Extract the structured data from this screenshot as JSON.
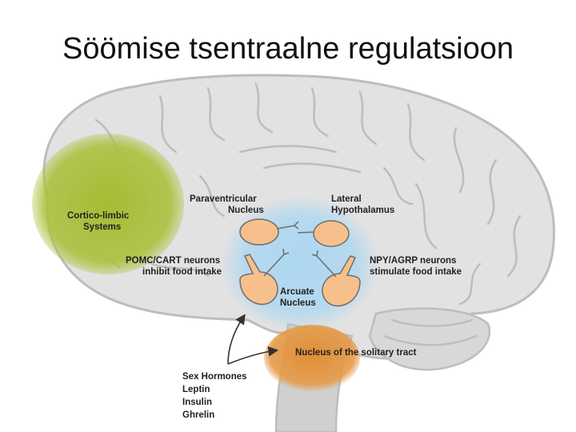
{
  "title": "Söömise tsentraalne regulatsioon",
  "labels": {
    "cortico_limbic": [
      "Cortico-limbic",
      "Systems"
    ],
    "paraventricular": [
      "Paraventricular",
      "Nucleus"
    ],
    "lateral_hypothalamus": [
      "Lateral",
      "Hypothalamus"
    ],
    "pomc_cart": [
      "POMC/CART neurons",
      "inhibit food intake"
    ],
    "npy_agrp": [
      "NPY/AGRP neurons",
      "stimulate food intake"
    ],
    "arcuate": [
      "Arcuate",
      "Nucleus"
    ],
    "solitary_tract": "Nucleus of the solitary tract",
    "signals": [
      "Sex Hormones",
      "Leptin",
      "Insulin",
      "Ghrelin"
    ]
  },
  "colors": {
    "brain": "#e0e0e0",
    "brain_outline": "#b8b8b8",
    "cortico_limbic": "#a7bb33",
    "hypothalamus_glow": "#a9d6f2",
    "neuron": "#f6c08c",
    "solitary_tract": "#e08e36"
  }
}
